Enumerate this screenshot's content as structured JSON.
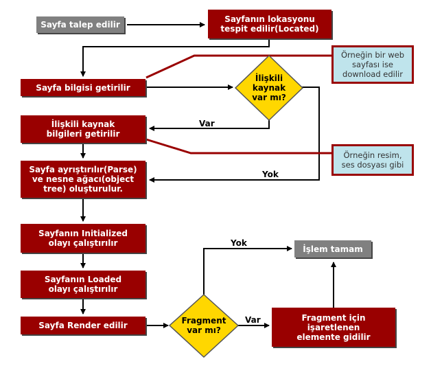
{
  "nodes": {
    "start": "Sayfa talep edilir",
    "locate": "Sayfanın lokasyonu\ntespit edilir(Located)",
    "get_page": "Sayfa bilgisi getirilir",
    "related_q": "İlişkili\nkaynak\nvar mı?",
    "get_related": "İlişkili kaynak\nbilgileri getirilir",
    "parse": "Sayfa ayrıştırılır(Parse)\nve nesne ağacı(object\ntree) oluşturulur.",
    "initialized": "Sayfanın Initialized\nolayı çalıştırılır",
    "loaded": "Sayfanın Loaded\nolayı çalıştırılır",
    "render": "Sayfa Render edilir",
    "fragment_q": "Fragment\nvar mı?",
    "goto_fragment": "Fragment için\nişaretlenen\nelemente gidilir",
    "done": "İşlem tamam"
  },
  "notes": {
    "web_page": "Örneğin bir web\nsayfası ise\ndownload edilir",
    "resource": "Örneğin resim,\nses dosyası gibi"
  },
  "edge_labels": {
    "related_yes": "Var",
    "related_no": "Yok",
    "fragment_no": "Yok",
    "fragment_yes": "Var"
  },
  "colors": {
    "process": "#990000",
    "terminal": "#808080",
    "decision": "#ffd700",
    "note_fill": "#bfe4ec"
  }
}
